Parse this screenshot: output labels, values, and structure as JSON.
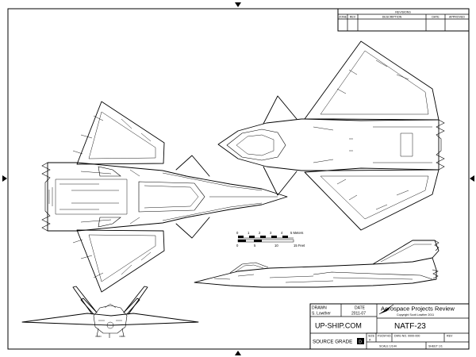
{
  "revisions": {
    "header": "REVISIONS",
    "columns": {
      "zone": "ZONE",
      "rev": "REV",
      "description": "DESCRIPTION",
      "date": "DATE",
      "approved": "APPROVED"
    }
  },
  "title_block": {
    "drawn_label": "DRAWN",
    "drawn_by": "S. Lowther",
    "date_label": "DATE",
    "date": "2011-07",
    "org": "Aerospace Projects Review",
    "copyright": "Copyright Scott Lowther 2011",
    "website": "UP-SHIP.COM",
    "drawing_title": "NATF-23",
    "source_grade_label": "SOURCE GRADE",
    "source_grade": "D",
    "size_label": "SIZE",
    "size": "A",
    "fscm_label": "FSCM NO.",
    "dwg_label": "DWG NO. 0000-000",
    "rev_label": "REV",
    "scale_label": "SCALE 1/144",
    "sheet_label": "SHEET 1/1"
  },
  "scale_bar": {
    "meters_ticks": [
      "0",
      "1",
      "2",
      "3",
      "4",
      "5 Meters"
    ],
    "feet_ticks": [
      "0",
      "5",
      "10",
      "15 Feet"
    ]
  }
}
